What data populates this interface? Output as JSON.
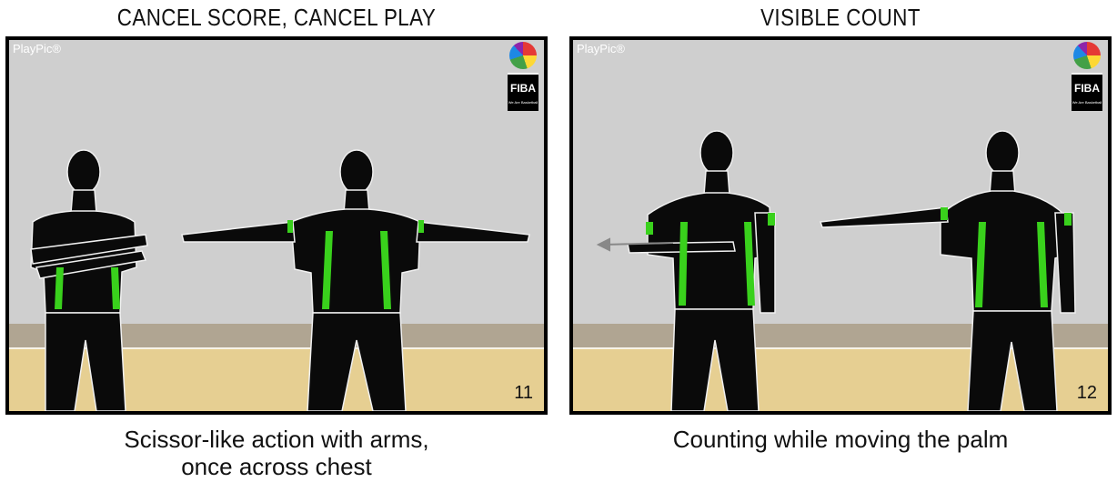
{
  "panels": [
    {
      "title": "CANCEL SCORE, CANCEL PLAY",
      "brand": "PlayPic®",
      "logo_text": "FIBA",
      "logo_tagline": "We Are Basketball",
      "number": "11",
      "caption_lines": [
        "Scissor-like action with arms,",
        "once across chest"
      ]
    },
    {
      "title": "VISIBLE COUNT",
      "brand": "PlayPic®",
      "logo_text": "FIBA",
      "logo_tagline": "We Are Basketball",
      "number": "12",
      "caption_lines": [
        "Counting while moving the palm"
      ]
    }
  ],
  "colors": {
    "silhouette": "#0a0a0a",
    "accent": "#39d11c",
    "wall": "#cfcfcf",
    "floor": "#e6cf92"
  }
}
